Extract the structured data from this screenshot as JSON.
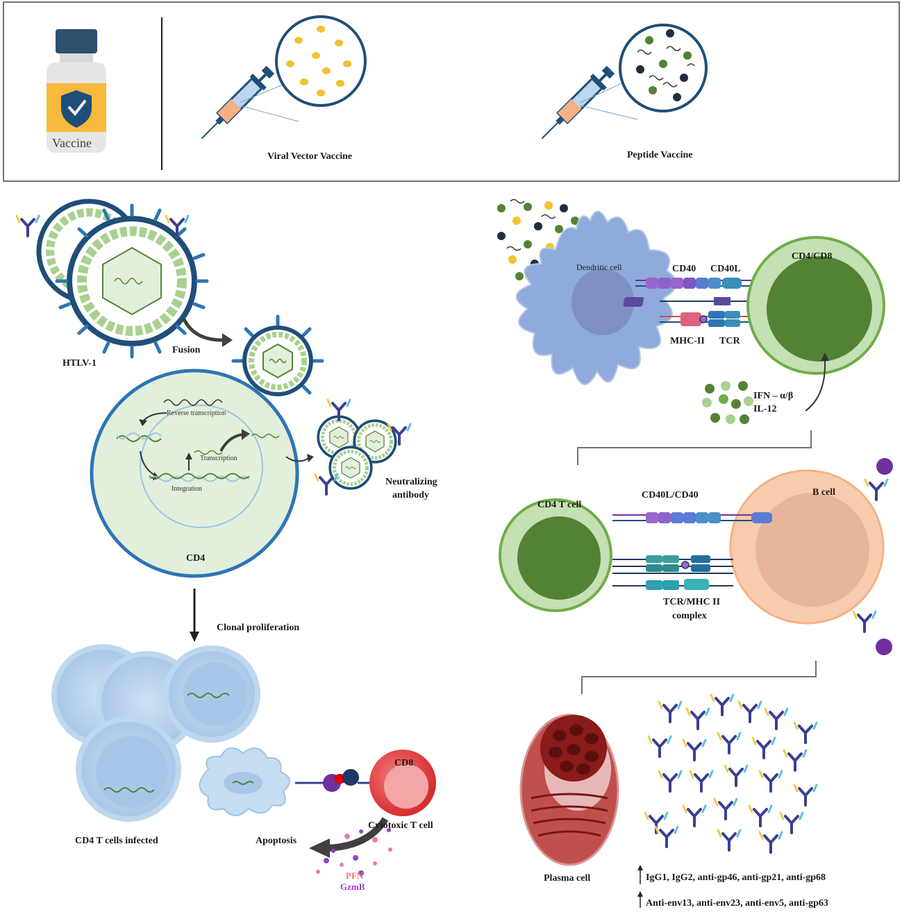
{
  "top_panel": {
    "vial_label": "Vaccine",
    "viral_vector_label": "Viral Vector Vaccine",
    "peptide_label": "Peptide Vaccine"
  },
  "left_panel": {
    "htlv_label": "HTLV-1",
    "fusion_label": "Fusion",
    "reverse_transcription_label": "Reverse transcription",
    "transcription_label": "Transcription",
    "integration_label": "Integration",
    "cd4_label": "CD4",
    "neutralizing_label_1": "Neutralizing",
    "neutralizing_label_2": "antibody",
    "clonal_label": "Clonal proliferation",
    "infected_label": "CD4 T cells infected",
    "apoptosis_label": "Apoptosis",
    "cd8_label": "CD8",
    "cytotoxic_label": "Cytotoxic T cell",
    "pfn_label": "PFN",
    "gzmb_label": "GzmB"
  },
  "right_panel": {
    "dendritic_label": "Dendritic cell",
    "cd40_label": "CD40",
    "cd40l_label": "CD40L",
    "cd4cd8_label": "CD4/CD8",
    "mhc_label": "MHC-II",
    "tcr_label": "TCR",
    "ifn_label": "IFN – α/β",
    "il12_label": "IL-12",
    "cd4t_label": "CD4 T cell",
    "cd40lcd40_label": "CD40L/CD40",
    "bcell_label": "B cell",
    "tcrmhc_label_1": "TCR/MHC II",
    "tcrmhc_label_2": "complex",
    "plasma_label": "Plasma cell",
    "igg_label": "IgG1, IgG2, anti-gp46, anti-gp21, anti-gp68",
    "antienv_label": "Anti-env13, anti-env23, anti-env5, anti-gp63"
  },
  "colors": {
    "virus_envelope": "#1f4e79",
    "virus_spike": "#2e75b6",
    "capsid_green": "#a9d18e",
    "cd4_fill": "#e2efda",
    "cd4_border": "#2e75b6",
    "dendritic": "#8faadc",
    "tcell_outer": "#c5e0b4",
    "tcell_nucleus": "#548235",
    "bcell": "#f8cbad",
    "cd8": "#e03c3c",
    "plasma": "#c0504d"
  }
}
